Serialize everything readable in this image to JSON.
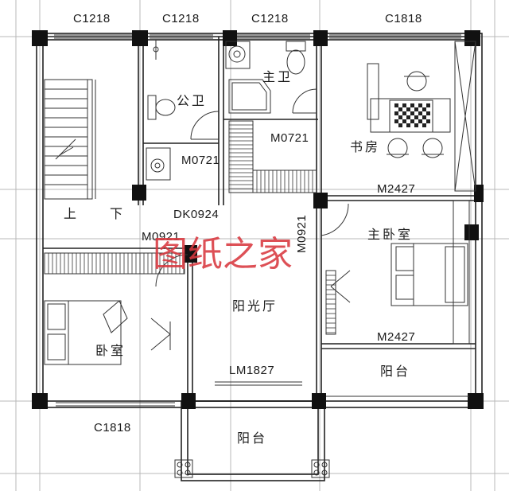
{
  "windows": {
    "top_1": "C1218",
    "top_2": "C1218",
    "top_3": "C1218",
    "top_4": "C1818",
    "bottom_left": "C1818"
  },
  "doors": {
    "bath_public_door": "M0721",
    "bath_master_door": "M0721",
    "study_door": "M2427",
    "left_bedroom_door": "M0921",
    "master_bedroom_door": "M0921",
    "stair_door": "DK0924",
    "sunroom_door": "LM1827",
    "balcony_door": "M2427"
  },
  "rooms": {
    "public_bath": "公卫",
    "master_bath": "主卫",
    "study": "书房",
    "master_bedroom": "主卧室",
    "bedroom": "卧室",
    "sunroom": "阳光厅",
    "balcony_right": "阳台",
    "balcony_bottom": "阳台"
  },
  "stair": {
    "up": "上",
    "down": "下"
  },
  "watermark": "图纸之家"
}
